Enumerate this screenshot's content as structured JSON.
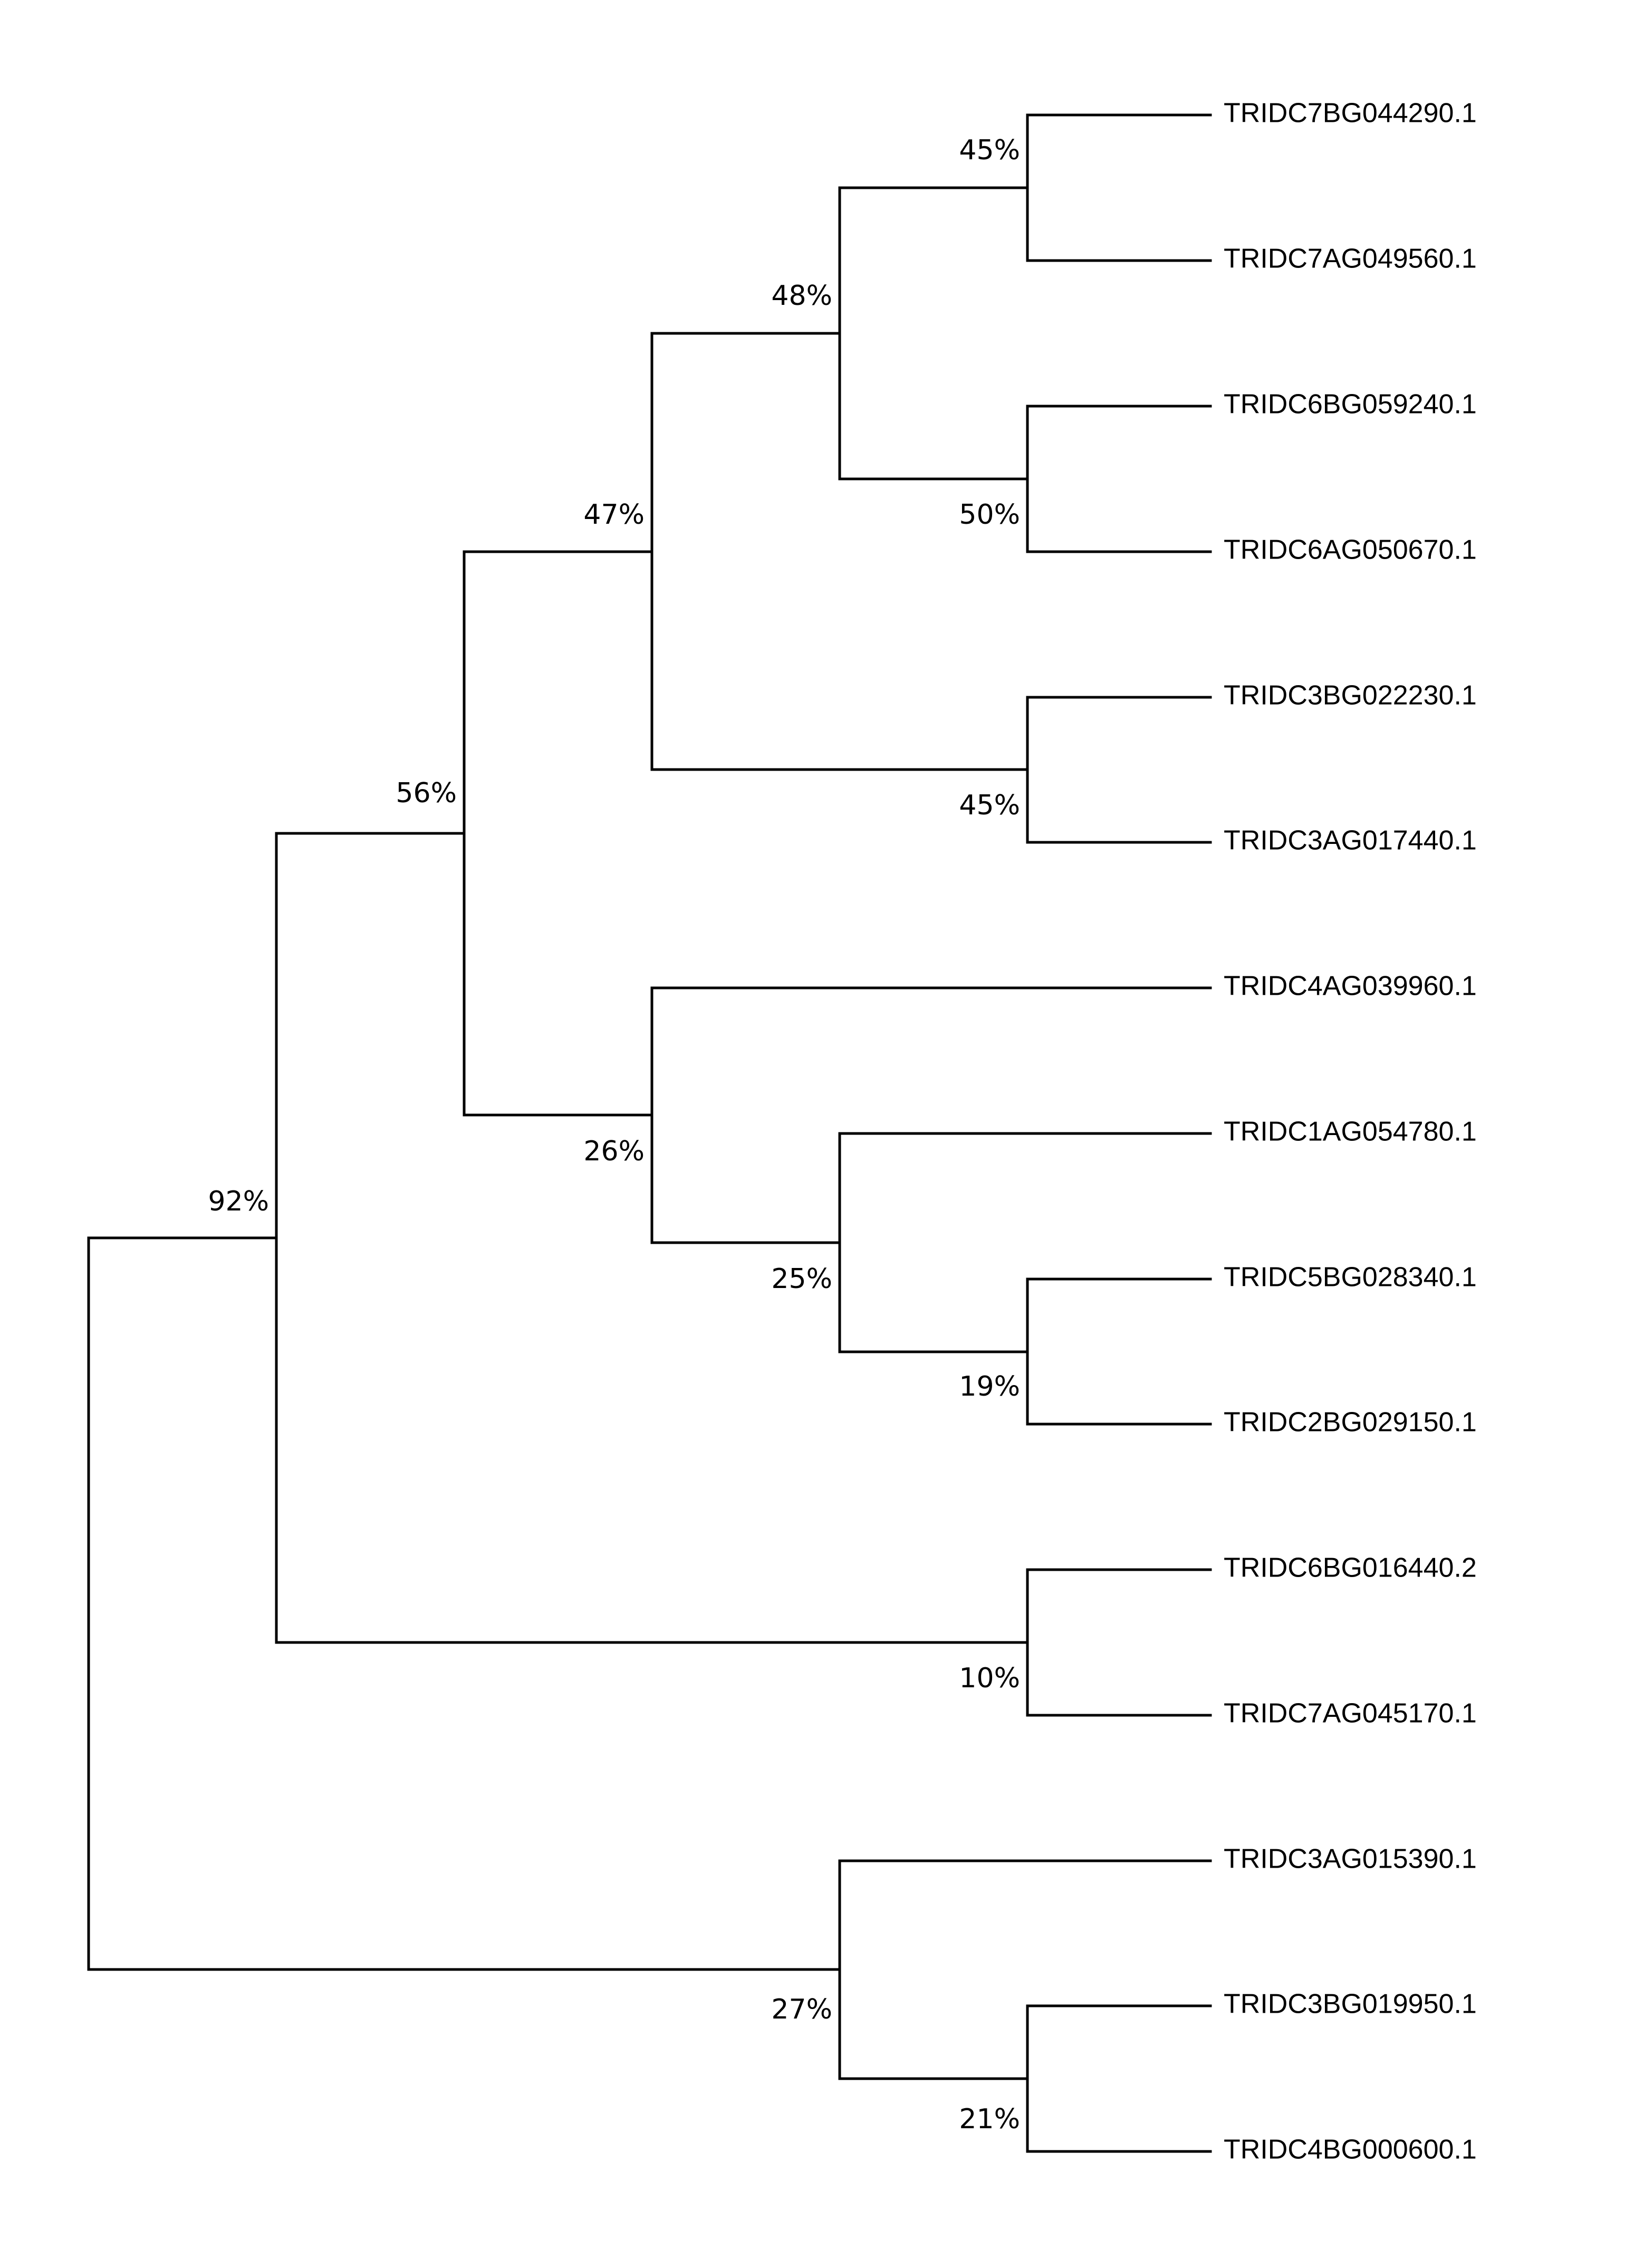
{
  "tree": {
    "leaves": [
      "TRIDC7BG044290.1",
      "TRIDC7AG049560.1",
      "TRIDC6BG059240.1",
      "TRIDC6AG050670.1",
      "TRIDC3BG022230.1",
      "TRIDC3AG017440.1",
      "TRIDC4AG039960.1",
      "TRIDC1AG054780.1",
      "TRIDC5BG028340.1",
      "TRIDC2BG029150.1",
      "TRIDC6BG016440.2",
      "TRIDC7AG045170.1",
      "TRIDC3AG015390.1",
      "TRIDC3BG019950.1",
      "TRIDC4BG000600.1"
    ],
    "support": {
      "root": "",
      "n92": "92%",
      "n56": "56%",
      "n47": "47%",
      "n48": "48%",
      "n45a": "45%",
      "n50": "50%",
      "n45b": "45%",
      "n26": "26%",
      "n25": "25%",
      "n19": "19%",
      "n10": "10%",
      "n27": "27%",
      "n21": "21%"
    }
  }
}
